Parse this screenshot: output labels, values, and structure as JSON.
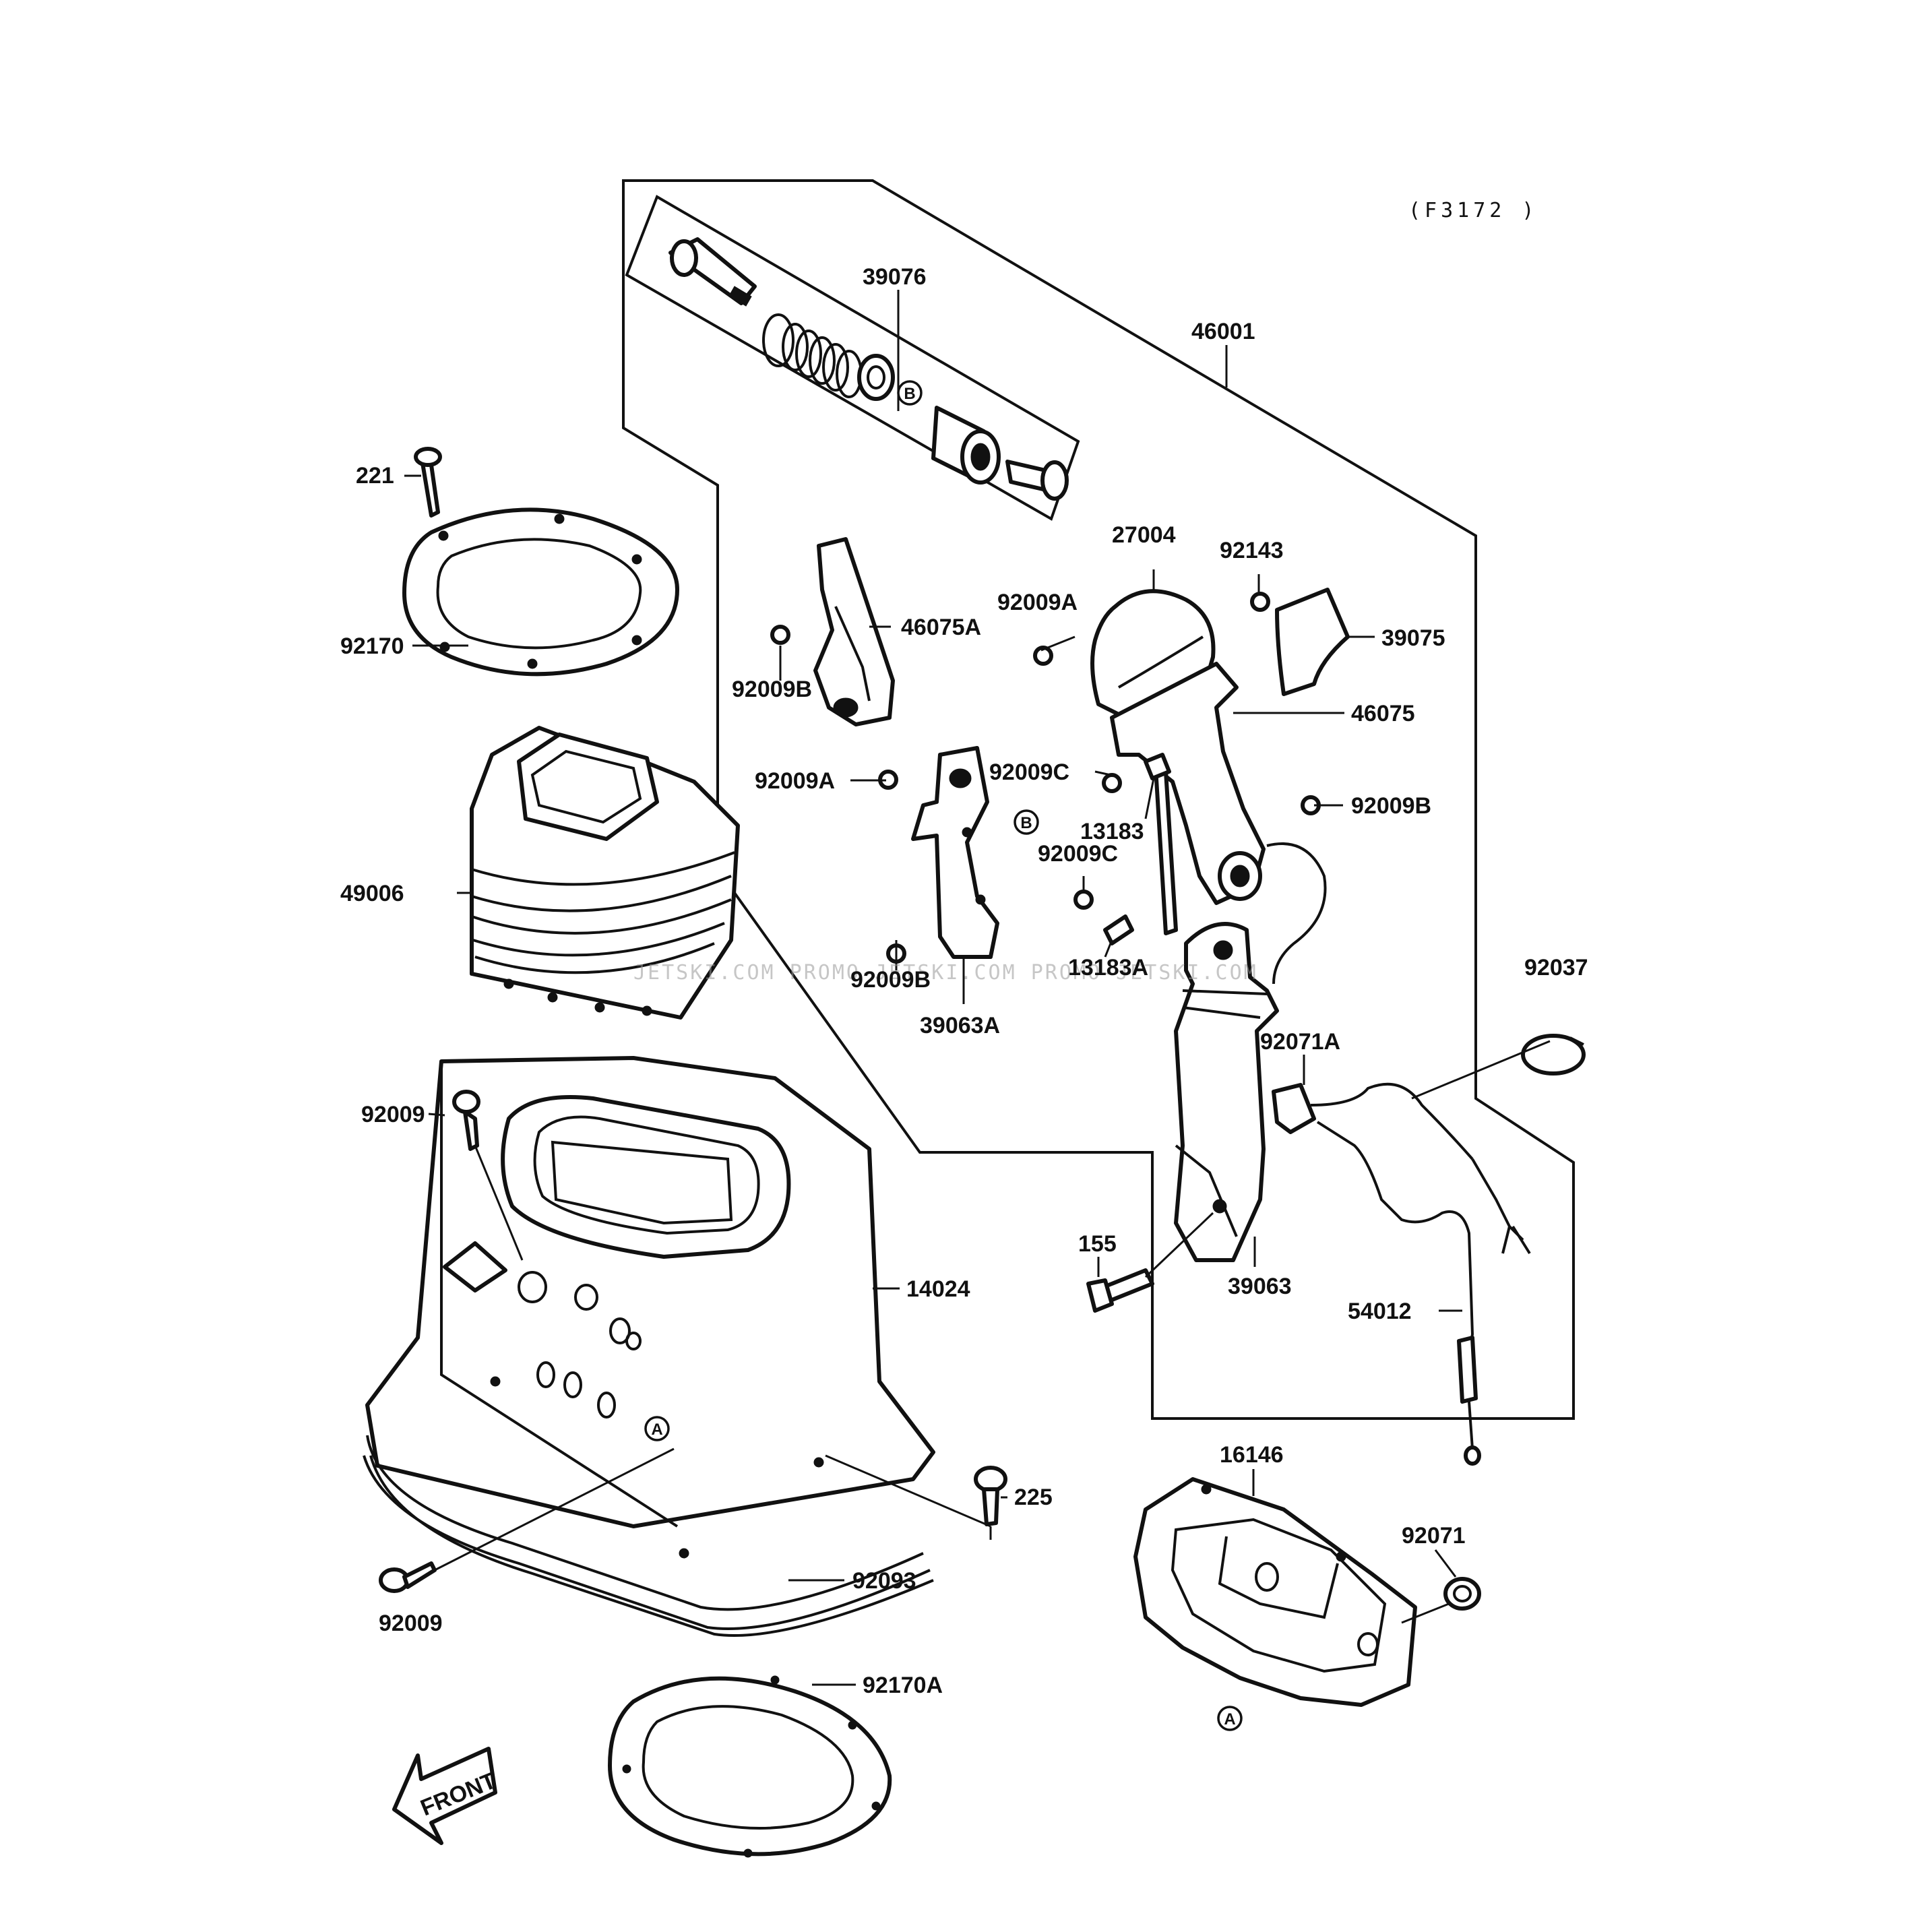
{
  "diagram_code": "(F3172 )",
  "watermark": "JETSKI.COM  PROMO-JETSKI.COM  PROMO-JETSKI.COM",
  "front_arrow_label": "FRONT",
  "ref_markers": {
    "a": "A",
    "b": "B"
  },
  "callouts": {
    "p39076": "39076",
    "p46001": "46001",
    "p221": "221",
    "p92170": "92170",
    "p46075A": "46075A",
    "p92009B_left": "92009B",
    "p92009A_left": "92009A",
    "p27004": "27004",
    "p92143": "92143",
    "p92009A_right": "92009A",
    "p39075": "39075",
    "p46075": "46075",
    "p92009C_top": "92009C",
    "p13183": "13183",
    "p92009B_right": "92009B",
    "p92009C_mid": "92009C",
    "p49006": "49006",
    "p92009B_low": "92009B",
    "p13183A": "13183A",
    "p39063A": "39063A",
    "p92037": "92037",
    "p92071A": "92071A",
    "p92009_top": "92009",
    "p14024": "14024",
    "p155": "155",
    "p39063": "39063",
    "p54012": "54012",
    "p16146": "16146",
    "p225": "225",
    "p92071": "92071",
    "p92093": "92093",
    "p92009_bottom": "92009",
    "p92170A": "92170A"
  }
}
